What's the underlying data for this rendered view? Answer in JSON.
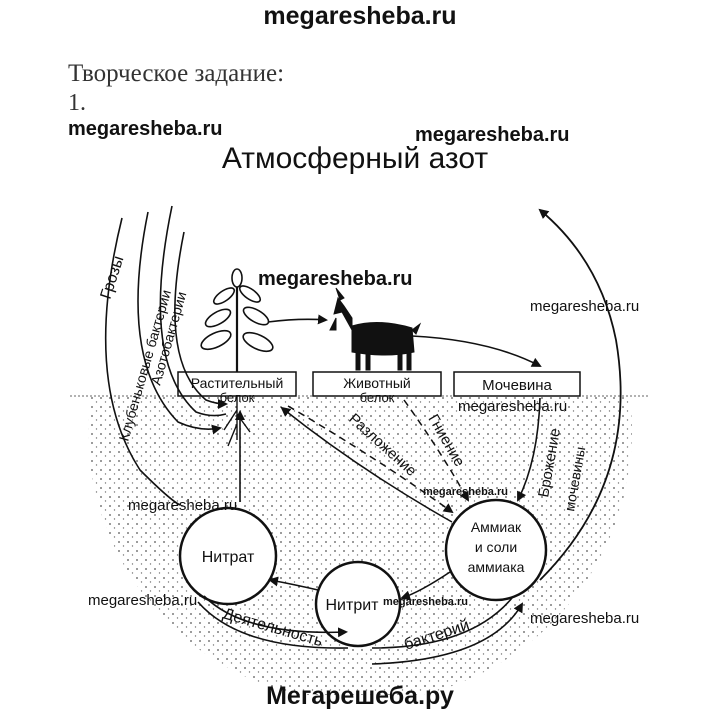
{
  "header": {
    "site": "megaresheba.ru"
  },
  "task": {
    "title": "Творческое задание:",
    "number": "1."
  },
  "watermarks": {
    "w1": "megaresheba.ru",
    "w2": "megaresheba.ru",
    "w3": "megaresheba.ru",
    "w4": "megaresheba.ru",
    "w5": "megaresheba.ru",
    "w6": "megaresheba.ru",
    "w7": "megaresheba.ru",
    "w8": "megaresheba.ru",
    "w9": "megaresheba.ru",
    "w10": "megaresheba.ru"
  },
  "diagram": {
    "title": "Атмосферный азот",
    "boxes": {
      "plant_protein_1": "Растительный",
      "plant_protein_2": "белок",
      "animal_protein_1": "Животный",
      "animal_protein_2": "белок",
      "urea": "Мочевина"
    },
    "nodes": {
      "nitrate": "Нитрат",
      "nitrite": "Нитрит",
      "ammonia_1": "Аммиак",
      "ammonia_2": "и соли",
      "ammonia_3": "аммиака"
    },
    "arrow_labels": {
      "thunderstorms": "Грозы",
      "nodule_bacteria": "Клубеньковые бактерии",
      "azotobacter": "Азотобактерии",
      "decomposition": "Разложение",
      "rotting": "Гниение",
      "fermentation": "Брожение",
      "urea_word": "мочевины",
      "activity": "Деятельность",
      "bacteria": "бактерий"
    }
  },
  "footer": {
    "site": "Мегарешеба.ру"
  }
}
